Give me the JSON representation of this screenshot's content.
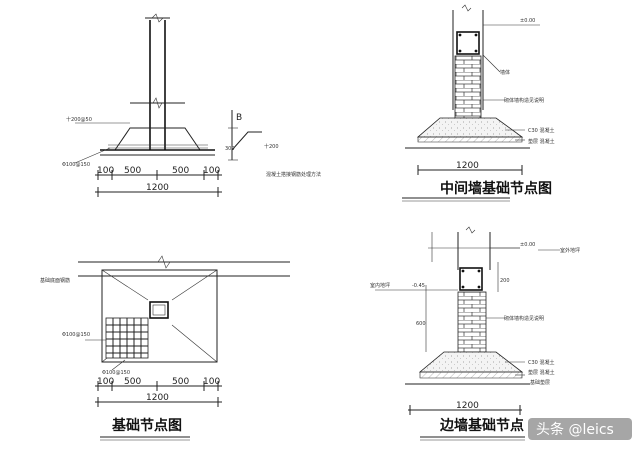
{
  "drawings": {
    "foundation_section": {
      "dims": [
        "100",
        "500",
        "500",
        "100"
      ],
      "total": "1200",
      "side_dim": "300",
      "tiny_labels": [
        "十200@50",
        "Φ100@150",
        "十200",
        "混凝土搭接钢筋处理方法"
      ]
    },
    "middle_wall": {
      "title": "中间墙基础节点图",
      "total": "1200",
      "tiny_labels": [
        "±0.00",
        "墙体",
        "砌体墙构造见说明",
        "C30 混凝土",
        "垫层 混凝土"
      ]
    },
    "foundation_plan": {
      "title": "基础节点图",
      "dims": [
        "100",
        "500",
        "500",
        "100"
      ],
      "total": "1200",
      "tiny_labels": [
        "基础底面钢筋",
        "Φ100@150",
        "Φ100@150"
      ]
    },
    "edge_wall": {
      "title": "边墙基础节点",
      "total": "1200",
      "dims_vertical": [
        "200",
        "600"
      ],
      "tiny_labels": [
        "±0.00",
        "室外地坪",
        "室内地坪",
        "-0.45",
        "砌体墙构造见说明",
        "C30 混凝土",
        "垫层 混凝土",
        "基础垫层"
      ]
    }
  },
  "watermark": "头条 @leics"
}
